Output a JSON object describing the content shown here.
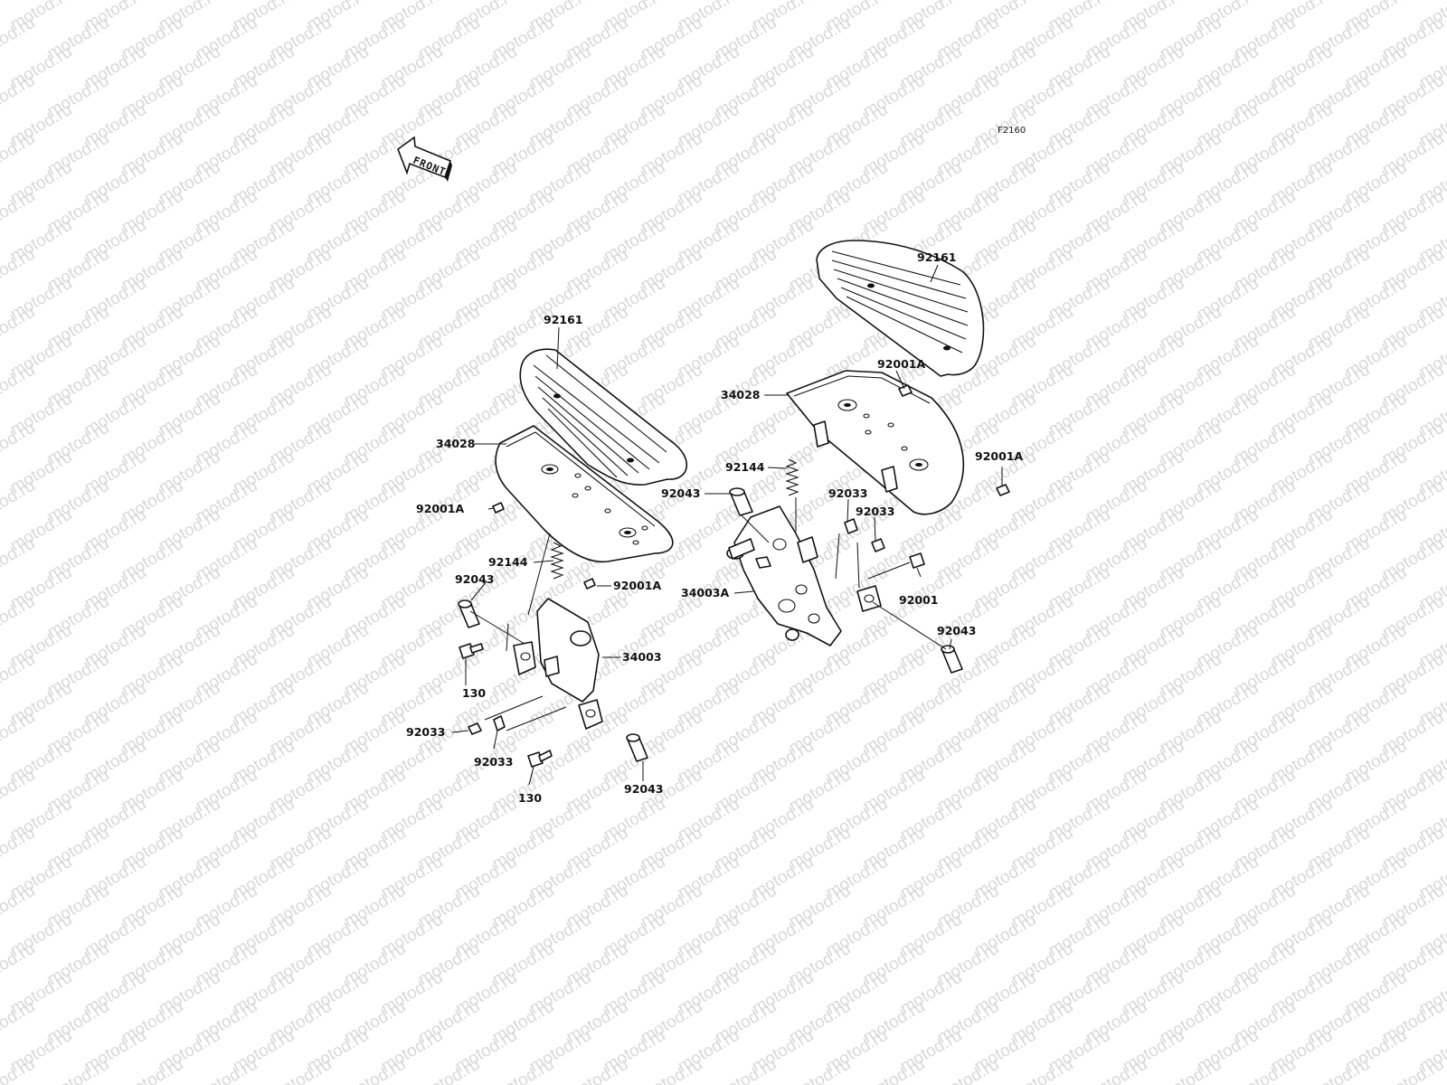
{
  "diagram_code": "F2160",
  "direction_label": "FRONT",
  "watermark_text": "motod.ru",
  "labels": [
    {
      "id": "l1",
      "text": "92161"
    },
    {
      "id": "l2",
      "text": "34028"
    },
    {
      "id": "l3",
      "text": "92001A"
    },
    {
      "id": "l4",
      "text": "92144"
    },
    {
      "id": "l5",
      "text": "92001A"
    },
    {
      "id": "l6",
      "text": "92043"
    },
    {
      "id": "l7",
      "text": "34003"
    },
    {
      "id": "l8",
      "text": "130"
    },
    {
      "id": "l9",
      "text": "92033"
    },
    {
      "id": "l10",
      "text": "92033"
    },
    {
      "id": "l11",
      "text": "130"
    },
    {
      "id": "l12",
      "text": "92043"
    },
    {
      "id": "r1",
      "text": "92161"
    },
    {
      "id": "r2",
      "text": "92001A"
    },
    {
      "id": "r3",
      "text": "34028"
    },
    {
      "id": "r4",
      "text": "92001A"
    },
    {
      "id": "r5",
      "text": "92144"
    },
    {
      "id": "r6",
      "text": "92043"
    },
    {
      "id": "r7",
      "text": "92033"
    },
    {
      "id": "r8",
      "text": "92033"
    },
    {
      "id": "r9",
      "text": "92001"
    },
    {
      "id": "r10",
      "text": "34003A"
    },
    {
      "id": "r11",
      "text": "92043"
    }
  ]
}
